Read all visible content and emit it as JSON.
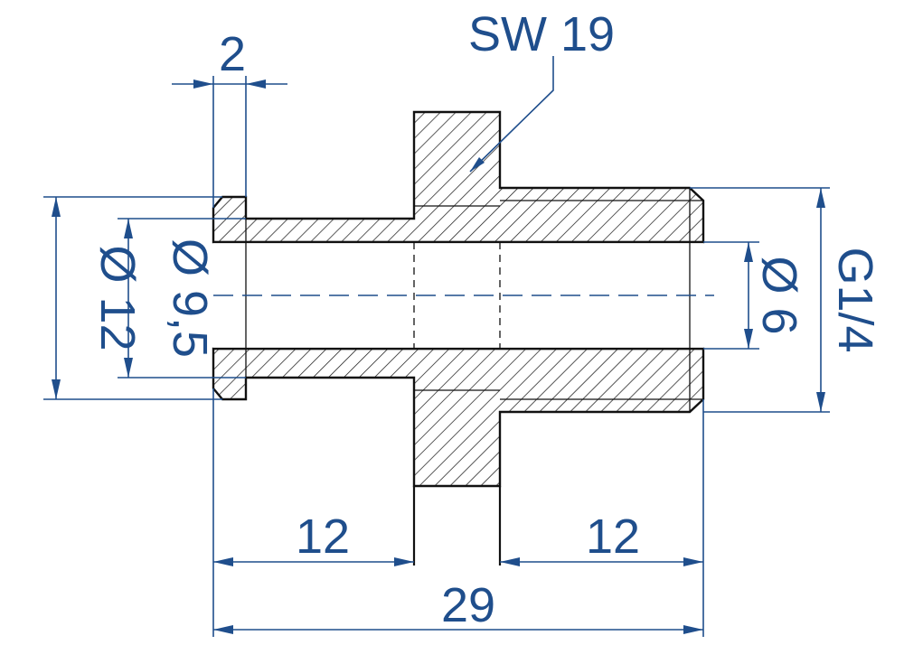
{
  "drawing": {
    "callout_wrench_size": "SW 19",
    "dim_flange_thickness": "2",
    "dim_outer_diameter": "Ø 12",
    "dim_inner_diameter": "Ø 9,5",
    "dim_bore_diameter": "Ø 6",
    "dim_thread": "G1/4",
    "dim_left_length": "12",
    "dim_right_length": "12",
    "dim_total_length": "29"
  },
  "colors": {
    "dimension": "#1f4e8c",
    "part_outline": "#111111"
  }
}
